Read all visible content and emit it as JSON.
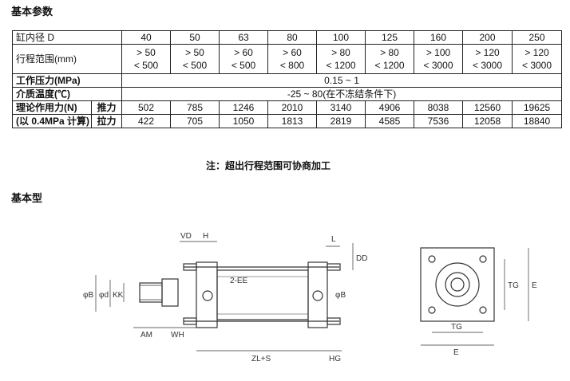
{
  "section1_title": "基本参数",
  "table": {
    "bore_label": "缸内径 D",
    "bores": [
      "40",
      "50",
      "63",
      "80",
      "100",
      "125",
      "160",
      "200",
      "250"
    ],
    "stroke_label": "行程范围(mm)",
    "stroke_min": [
      "> 50",
      "> 50",
      "> 60",
      "> 60",
      "> 80",
      "> 80",
      "> 100",
      "> 120",
      "> 120"
    ],
    "stroke_max": [
      "< 500",
      "< 500",
      "< 500",
      "< 800",
      "< 1200",
      "< 1200",
      "< 3000",
      "< 3000",
      "< 3000"
    ],
    "pressure_label": "工作压力(MPa)",
    "pressure_value": "0.15 ~ 1",
    "temp_label": "介质温度(℃)",
    "temp_value": "-25 ~ 80(在不冻结条件下)",
    "force_label_line1": "理论作用力(N)",
    "force_label_line2": "(以 0.4MPa 计算)",
    "push_label": "推力",
    "pull_label": "拉力",
    "push": [
      "502",
      "785",
      "1246",
      "2010",
      "3140",
      "4906",
      "8038",
      "12560",
      "19625"
    ],
    "pull": [
      "422",
      "705",
      "1050",
      "1813",
      "2819",
      "4585",
      "7536",
      "12058",
      "18840"
    ]
  },
  "note": "注：超出行程范围可协商加工",
  "section2_title": "基本型",
  "drawing": {
    "dim_VD": "VD",
    "dim_H": "H",
    "dim_L": "L",
    "dim_DD": "DD",
    "dim_2EE": "2-EE",
    "dim_phiB": "φB",
    "dim_phid": "φd",
    "dim_KK": "KK",
    "dim_phiB2": "φB",
    "dim_AM": "AM",
    "dim_WH": "WH",
    "dim_ZLS": "ZL+S",
    "dim_HG": "HG",
    "dim_TG_v": "TG",
    "dim_E_v": "E",
    "dim_TG_h": "TG",
    "dim_E_h": "E"
  }
}
